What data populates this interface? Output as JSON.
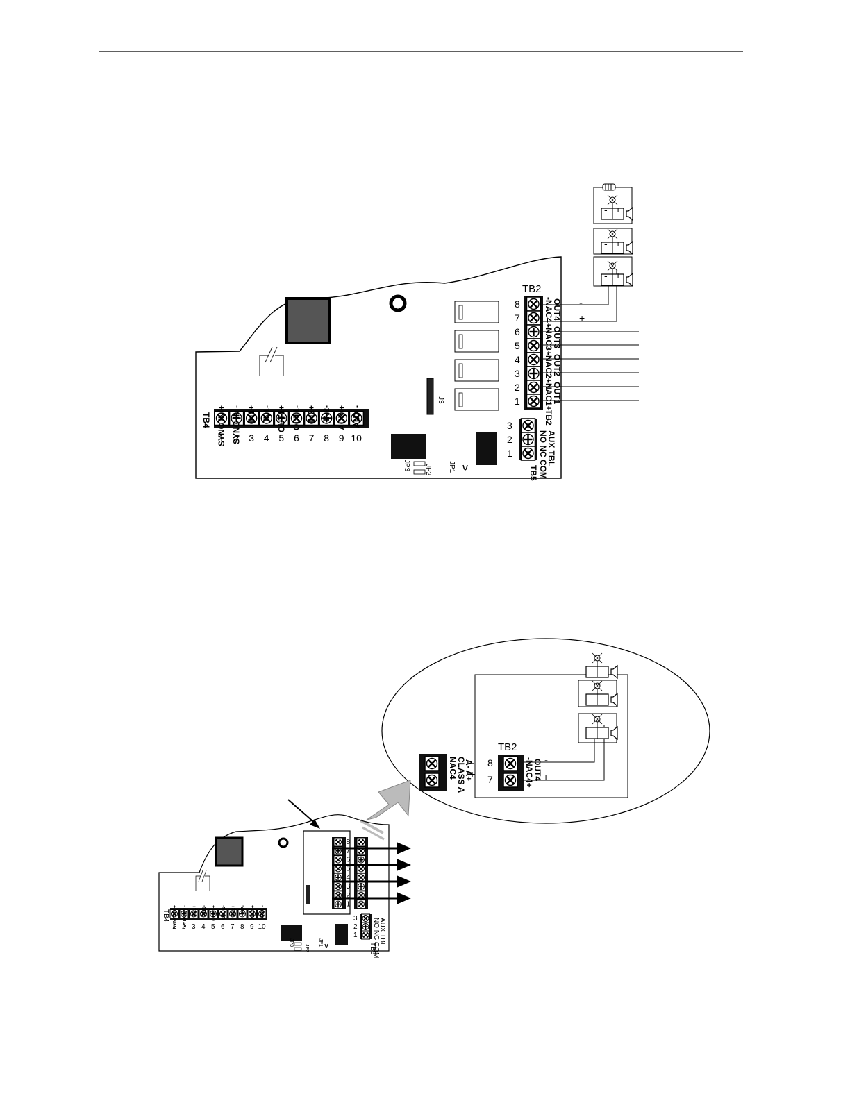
{
  "figure1": {
    "tb4": {
      "name": "TB4",
      "labels": [
        "SYNC IN +",
        "SYNC IN -",
        "IN1+",
        "IN1-",
        "OUT1+",
        "OUT1-",
        "IN2+",
        "IN2-",
        "AUX +",
        "AUX -"
      ],
      "numbers": [
        "1",
        "2",
        "3",
        "4",
        "5",
        "6",
        "7",
        "8",
        "9",
        "10"
      ]
    },
    "tb2": {
      "name": "TB2",
      "side_name": "TB2",
      "numbers": [
        "8",
        "7",
        "6",
        "5",
        "4",
        "3",
        "2",
        "1"
      ],
      "nac_labels": [
        "-NAC4+",
        "-NAC3+",
        "-NAC2+",
        "-NAC1+"
      ],
      "out_labels": [
        "OUT4",
        "OUT3",
        "OUT2",
        "OUT1"
      ],
      "minus": "-",
      "plus": "+"
    },
    "tb5": {
      "name": "TB5",
      "numbers": [
        "3",
        "2",
        "1"
      ],
      "contacts": "NO NC COM",
      "title": "AUX TBL"
    },
    "jumpers": {
      "j3": "J3",
      "jp3": "JP3",
      "jp2": "JP2",
      "jp1": "JP1"
    },
    "device_minus": "-",
    "device_plus": "+"
  },
  "figure2": {
    "inset": {
      "tb2_name": "TB2",
      "numbers": [
        "8",
        "7"
      ],
      "nac": "-NAC4+",
      "out": "OUT4",
      "classa": [
        "NAC4",
        "CLASS A",
        "A-  A+"
      ],
      "minus": "-",
      "plus": "+"
    },
    "board": {
      "tb4_name": "TB4",
      "labels": [
        "SYNC IN +",
        "SYNC IN -",
        "IN1+",
        "IN1-",
        "OUT1+",
        "OUT1-",
        "IN2+",
        "IN2-",
        "AUX +",
        "AUX -"
      ],
      "numbers": [
        "1",
        "2",
        "3",
        "4",
        "5",
        "6",
        "7",
        "8",
        "9",
        "10"
      ],
      "tb2_numbers": [
        "8",
        "7",
        "6",
        "5",
        "4",
        "3",
        "2",
        "1"
      ],
      "tb5_numbers": [
        "3",
        "2",
        "1"
      ],
      "tb5_labels": "NO NC COM",
      "tb5_title": "AUX TBL",
      "tb5_name": "TB5",
      "jp3": "JP3",
      "jp2": "JP2",
      "jp1": "JP1"
    }
  }
}
